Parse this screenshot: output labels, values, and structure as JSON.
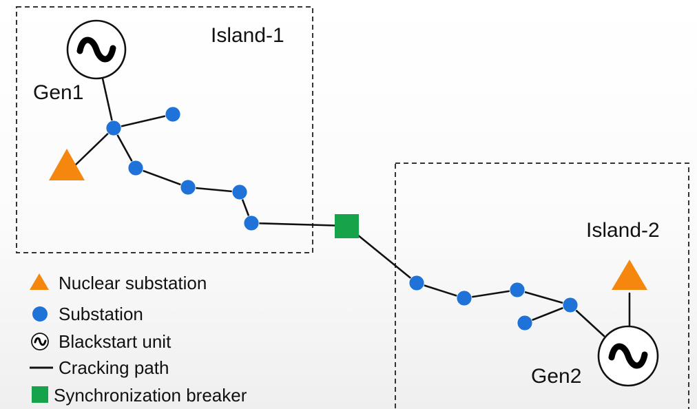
{
  "labels": {
    "island1": "Island-1",
    "island2": "Island-2",
    "gen1": "Gen1",
    "gen2": "Gen2"
  },
  "legend": {
    "nuclear": "Nuclear substation",
    "substation": "Substation",
    "blackstart": "Blackstart unit",
    "path": "Cracking path",
    "breaker": "Synchronization breaker"
  },
  "colors": {
    "nuclear": "#f5870f",
    "substation": "#1f73d8",
    "breaker": "#16a34a",
    "line": "#111111"
  }
}
